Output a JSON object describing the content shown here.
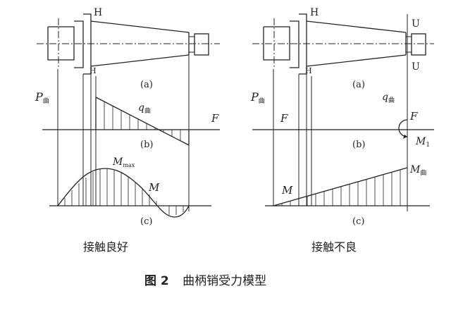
{
  "left": {
    "section_labels": {
      "H_top": "H",
      "H_bottom": "H",
      "a": "(a)",
      "b": "(b)",
      "c": "(c)"
    },
    "symbols": {
      "P": "P",
      "P_sub": "曲",
      "q": "q",
      "q_sub": "曲",
      "F": "F",
      "M_max": "M",
      "M_max_sub": "max",
      "M": "M"
    },
    "caption": "接触良好"
  },
  "right": {
    "section_labels": {
      "H_top": "H",
      "H_bottom": "H",
      "U_top": "U",
      "U_bottom": "U",
      "a": "(a)",
      "b": "(b)",
      "c": "(c)"
    },
    "symbols": {
      "P": "P",
      "P_sub": "曲",
      "q": "q",
      "q_sub": "曲",
      "F": "F",
      "F_lower": "F",
      "M1": "M",
      "M1_sub": "1",
      "M_end": "M",
      "M_end_sub": "曲",
      "M": "M"
    },
    "caption": "接触不良"
  },
  "figure_caption": {
    "number": "图 2",
    "title": "曲柄销受力模型"
  }
}
